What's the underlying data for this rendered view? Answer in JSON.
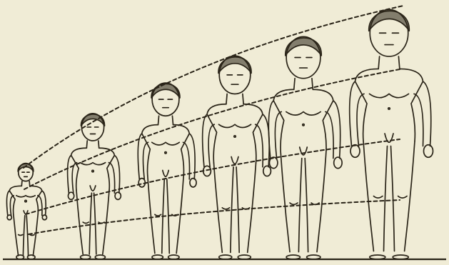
{
  "illustration": {
    "ink_color": "#2a2418",
    "paper_color": "#f0ecd6",
    "figures": [
      {
        "id": "infant",
        "name": "infant-figure"
      },
      {
        "id": "toddler",
        "name": "young-child-figure"
      },
      {
        "id": "child",
        "name": "child-figure"
      },
      {
        "id": "youth",
        "name": "youth-figure"
      },
      {
        "id": "adolescent",
        "name": "adolescent-figure"
      },
      {
        "id": "adult",
        "name": "adult-figure"
      }
    ],
    "growth_lines": [
      "head-line",
      "shoulder-line",
      "hip-line",
      "knee-line"
    ]
  }
}
